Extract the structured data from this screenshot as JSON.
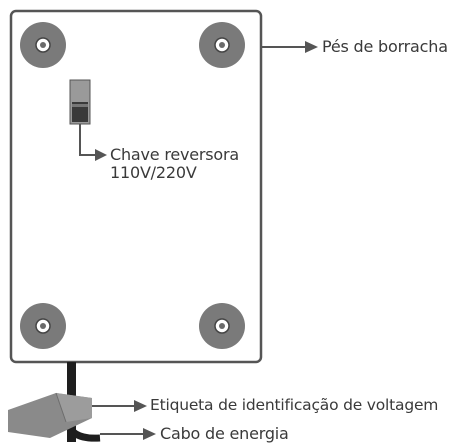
{
  "labels": {
    "rubber_feet": "Pés de borracha",
    "switch_line1": "Chave reversora",
    "switch_line2": "110V/220V",
    "voltage_tag": "Etiqueta de identificação de voltagem",
    "power_cable": "Cabo de energia"
  },
  "colors": {
    "outline": "#555555",
    "foot": "#7a7a7a",
    "arrow": "#555555",
    "tag": "#8a8a8a"
  }
}
